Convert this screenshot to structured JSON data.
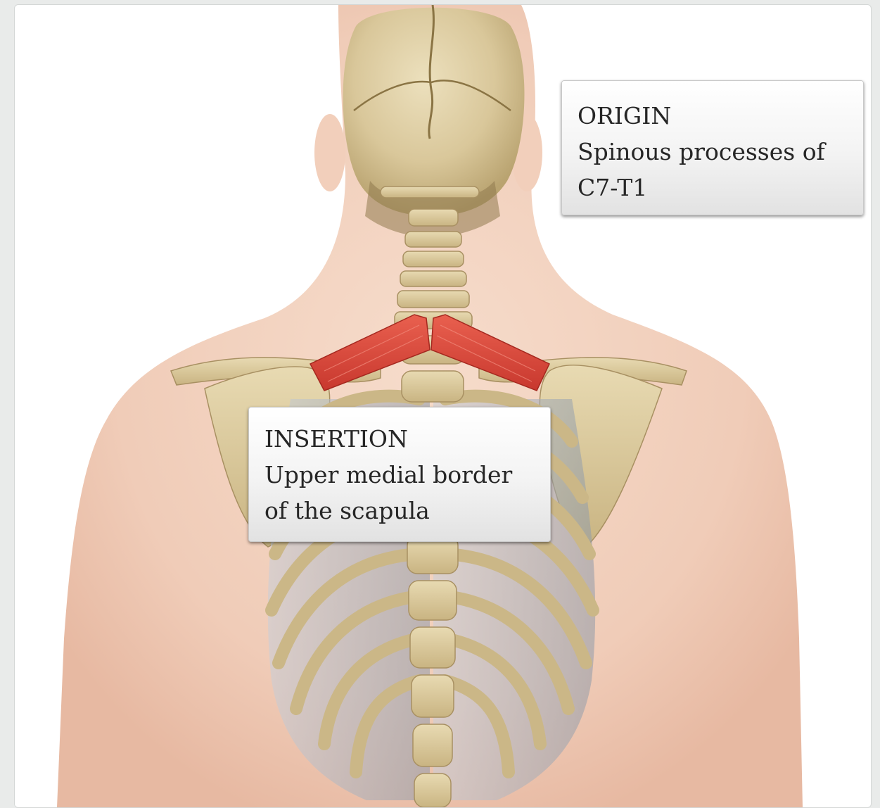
{
  "callouts": {
    "origin": {
      "heading": "ORIGIN",
      "line1": "Spinous processes of",
      "line2": "C7-T1"
    },
    "insertion": {
      "heading": "INSERTION",
      "line1": "Upper medial border",
      "line2": "of the scapula"
    }
  },
  "colors": {
    "background": "#e9ebea",
    "skin": "#f3d4c2",
    "bone": "#d8c69a",
    "muscle": "#d9453a",
    "cartilage": "#aeb8c4"
  }
}
